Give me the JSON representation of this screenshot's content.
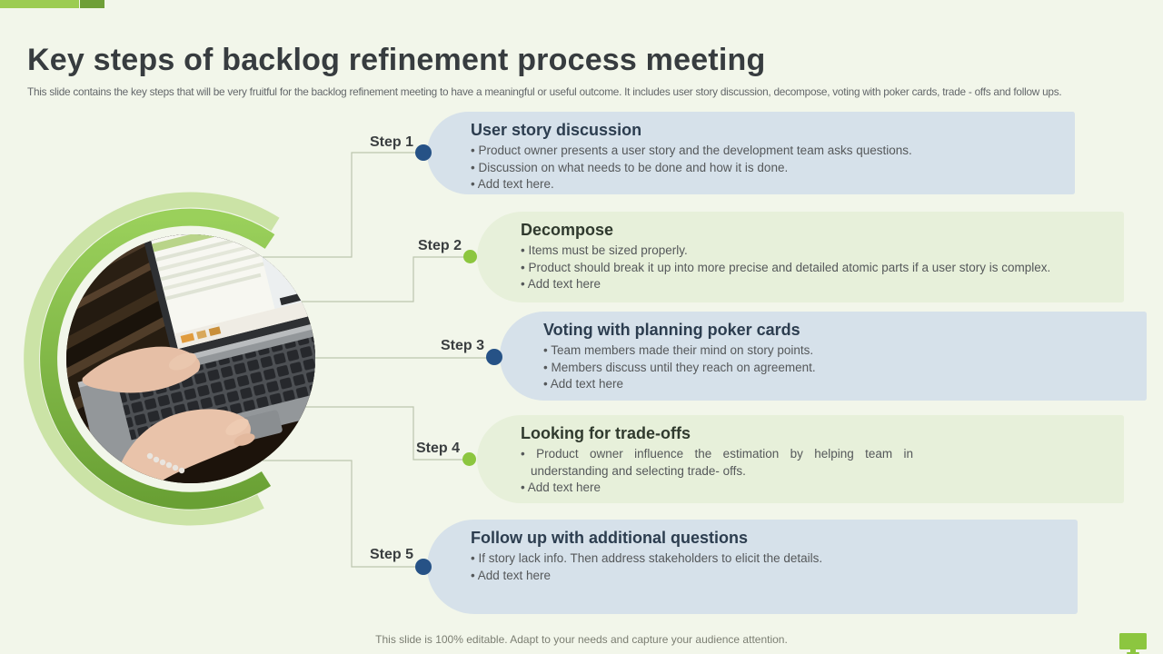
{
  "slide": {
    "title": "Key steps of backlog refinement process meeting",
    "subtitle": "This slide contains the key steps that will be very fruitful for the backlog refinement meeting to have a meaningful or useful outcome. It includes user story discussion, decompose, voting with poker cards, trade - offs and follow ups.",
    "footer": "This slide is 100% editable. Adapt to your needs and capture your audience attention."
  },
  "steps": [
    {
      "label": "Step 1",
      "title": "User story discussion",
      "variant": "blue",
      "bullets": [
        "Product owner presents a user story and the development team asks questions.",
        "Discussion on what needs to be done and how it is done.",
        "Add text here."
      ]
    },
    {
      "label": "Step 2",
      "title": "Decompose",
      "variant": "green",
      "bullets": [
        "Items must be sized properly.",
        "Product should break it up into more precise and detailed atomic parts if a user story is complex.",
        "Add text here"
      ]
    },
    {
      "label": "Step 3",
      "title": "Voting with planning poker cards",
      "variant": "blue",
      "bullets": [
        "Team members made their mind on story points.",
        "Members discuss until they reach on agreement.",
        "Add text here"
      ]
    },
    {
      "label": "Step 4",
      "title": "Looking for trade-offs",
      "variant": "green",
      "bullets": [
        "Product owner influence the estimation by helping team in understanding and selecting trade- offs.",
        "Add text here"
      ]
    },
    {
      "label": "Step 5",
      "title": "Follow up with additional questions",
      "variant": "blue",
      "bullets": [
        "If story lack info. Then address stakeholders to elicit the details.",
        "Add text here"
      ]
    }
  ],
  "colors": {
    "background": "#f2f6ea",
    "box_blue": "#d6e1ea",
    "box_green": "#e7f0da",
    "dot_navy": "#265286",
    "dot_green": "#8cc63f",
    "accent_bar_light": "#9ccc52",
    "accent_bar_dark": "#6f9f38",
    "connector": "#bcc5ae"
  },
  "icons": {
    "footer_icon": "monitor-icon",
    "center_image": "hands-typing-on-laptop-photo"
  }
}
